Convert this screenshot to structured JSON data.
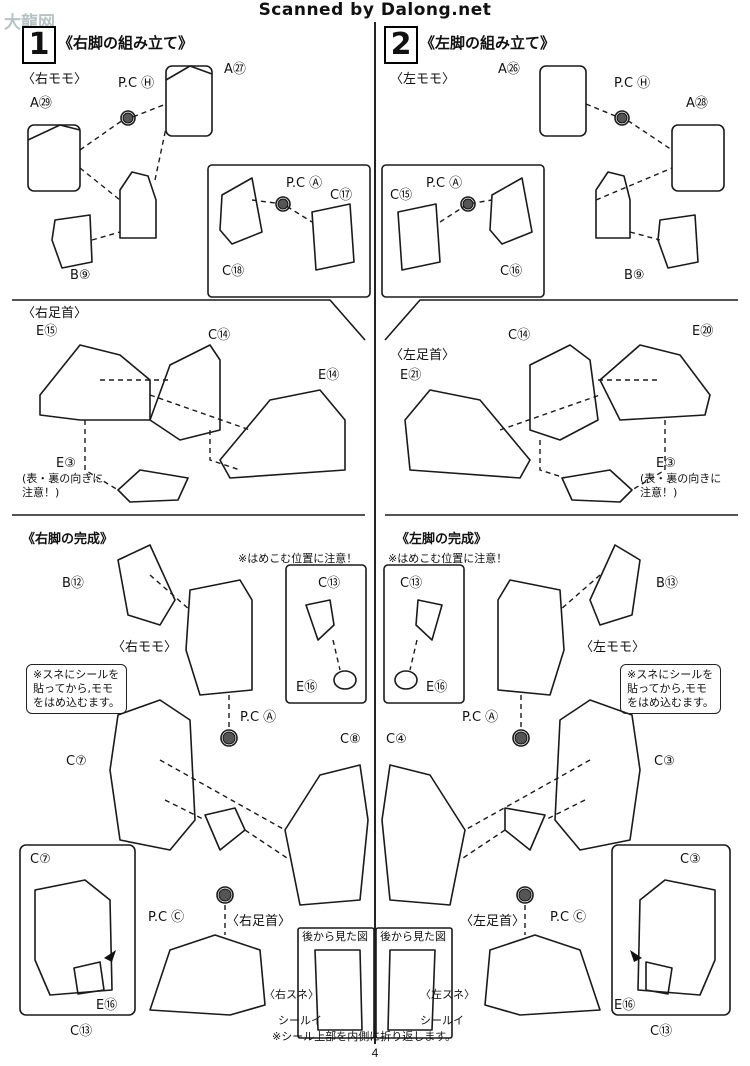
{
  "header": {
    "watermark": "Scanned by Dalong.net",
    "corner_logo": "大龍网"
  },
  "steps": [
    {
      "number": "1",
      "title": "《右脚の組み立て》"
    },
    {
      "number": "2",
      "title": "《左脚の組み立て》"
    }
  ],
  "right_leg": {
    "thigh_heading": "〈右モモ〉",
    "thigh_parts": [
      "A㉗",
      "A㉙",
      "P.C Ⓗ",
      "B⑨",
      "P.C Ⓐ",
      "C⑰",
      "C⑱"
    ],
    "ankle_heading": "〈右足首〉",
    "ankle_parts": [
      "E⑮",
      "C⑭",
      "E⑭",
      "E③"
    ],
    "ankle_note": "(表・裏の向きに\n注意！)",
    "complete_title": "《右脚の完成》",
    "complete_note_top": "※はめこむ位置に注意！",
    "complete_parts": [
      "B⑫",
      "C⑬",
      "E⑯",
      "C⑧",
      "C⑦",
      "P.C Ⓐ",
      "P.C Ⓒ"
    ],
    "complete_thigh_label": "〈右モモ〉",
    "complete_ankle_label": "〈右足首〉",
    "shin_note": "※スネにシールを\n貼ってから,モモ\nをはめ込むます。",
    "inset_parts": [
      "C⑦",
      "E⑯",
      "C⑬"
    ],
    "back_view": "後から見た図",
    "shin_label": "〈右スネ〉",
    "seal_label": "シールイ"
  },
  "left_leg": {
    "thigh_heading": "〈左モモ〉",
    "thigh_parts": [
      "A㉖",
      "P.C Ⓗ",
      "A㉘",
      "C⑮",
      "P.C Ⓐ",
      "C⑯",
      "B⑨"
    ],
    "ankle_heading": "〈左足首〉",
    "ankle_parts": [
      "C⑭",
      "E⑳",
      "E㉑",
      "E③"
    ],
    "ankle_note": "(表・裏の向きに\n注意！)",
    "complete_title": "《左脚の完成》",
    "complete_note_top": "※はめこむ位置に注意！",
    "complete_parts": [
      "B⑬",
      "C⑬",
      "E⑯",
      "C④",
      "C③",
      "P.C Ⓐ",
      "P.C Ⓒ"
    ],
    "complete_thigh_label": "〈左モモ〉",
    "complete_ankle_label": "〈左足首〉",
    "shin_note": "※スネにシールを\n貼ってから,モモ\nをはめ込むます。",
    "inset_parts": [
      "C③",
      "E⑯",
      "C⑬"
    ],
    "back_view": "後から見た図",
    "shin_label": "〈左スネ〉",
    "seal_label": "シールイ"
  },
  "footer_note": "※シール上部を内側に折り返します。",
  "page_number": "4"
}
